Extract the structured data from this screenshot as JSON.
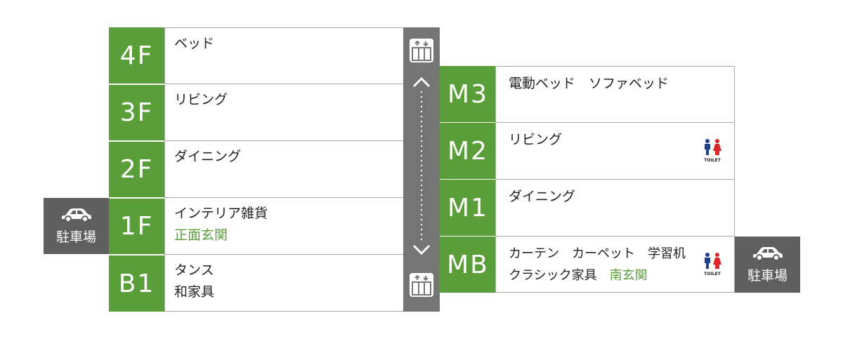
{
  "colors": {
    "floor_green": "#5a9e3a",
    "elevator_gray": "#757575",
    "parking_gray": "#5f5f5f",
    "toilet_blue": "#1f3f8f",
    "toilet_red": "#d8282d",
    "entrance_green": "#5a9e3a"
  },
  "left_building": {
    "floors": [
      {
        "label": "4F",
        "line1": "ベッド",
        "line2": ""
      },
      {
        "label": "3F",
        "line1": "リビング",
        "line2": ""
      },
      {
        "label": "2F",
        "line1": "ダイニング",
        "line2": ""
      },
      {
        "label": "1F",
        "line1": "インテリア雑貨",
        "line2": "正面玄関"
      },
      {
        "label": "B1",
        "line1": "タンス",
        "line2": "和家具"
      }
    ],
    "parking_label": "駐車場"
  },
  "right_building": {
    "floors": [
      {
        "label": "M3",
        "line1": "電動ベッド　ソファベッド",
        "line2": ""
      },
      {
        "label": "M2",
        "line1": "リビング",
        "line2": ""
      },
      {
        "label": "M1",
        "line1": "ダイニング",
        "line2": ""
      },
      {
        "label": "MB",
        "line1": "カーテン　カーペット　学習机",
        "line2a": "クラシック家具",
        "line2b": "南玄関"
      }
    ],
    "parking_label": "駐車場"
  },
  "toilet_label": "TOILET",
  "icons": {
    "elevator": "elevator-icon",
    "car": "car-icon",
    "toilet": "toilet-icon",
    "arrow_up": "chevron-up-icon",
    "arrow_down": "chevron-down-icon"
  }
}
